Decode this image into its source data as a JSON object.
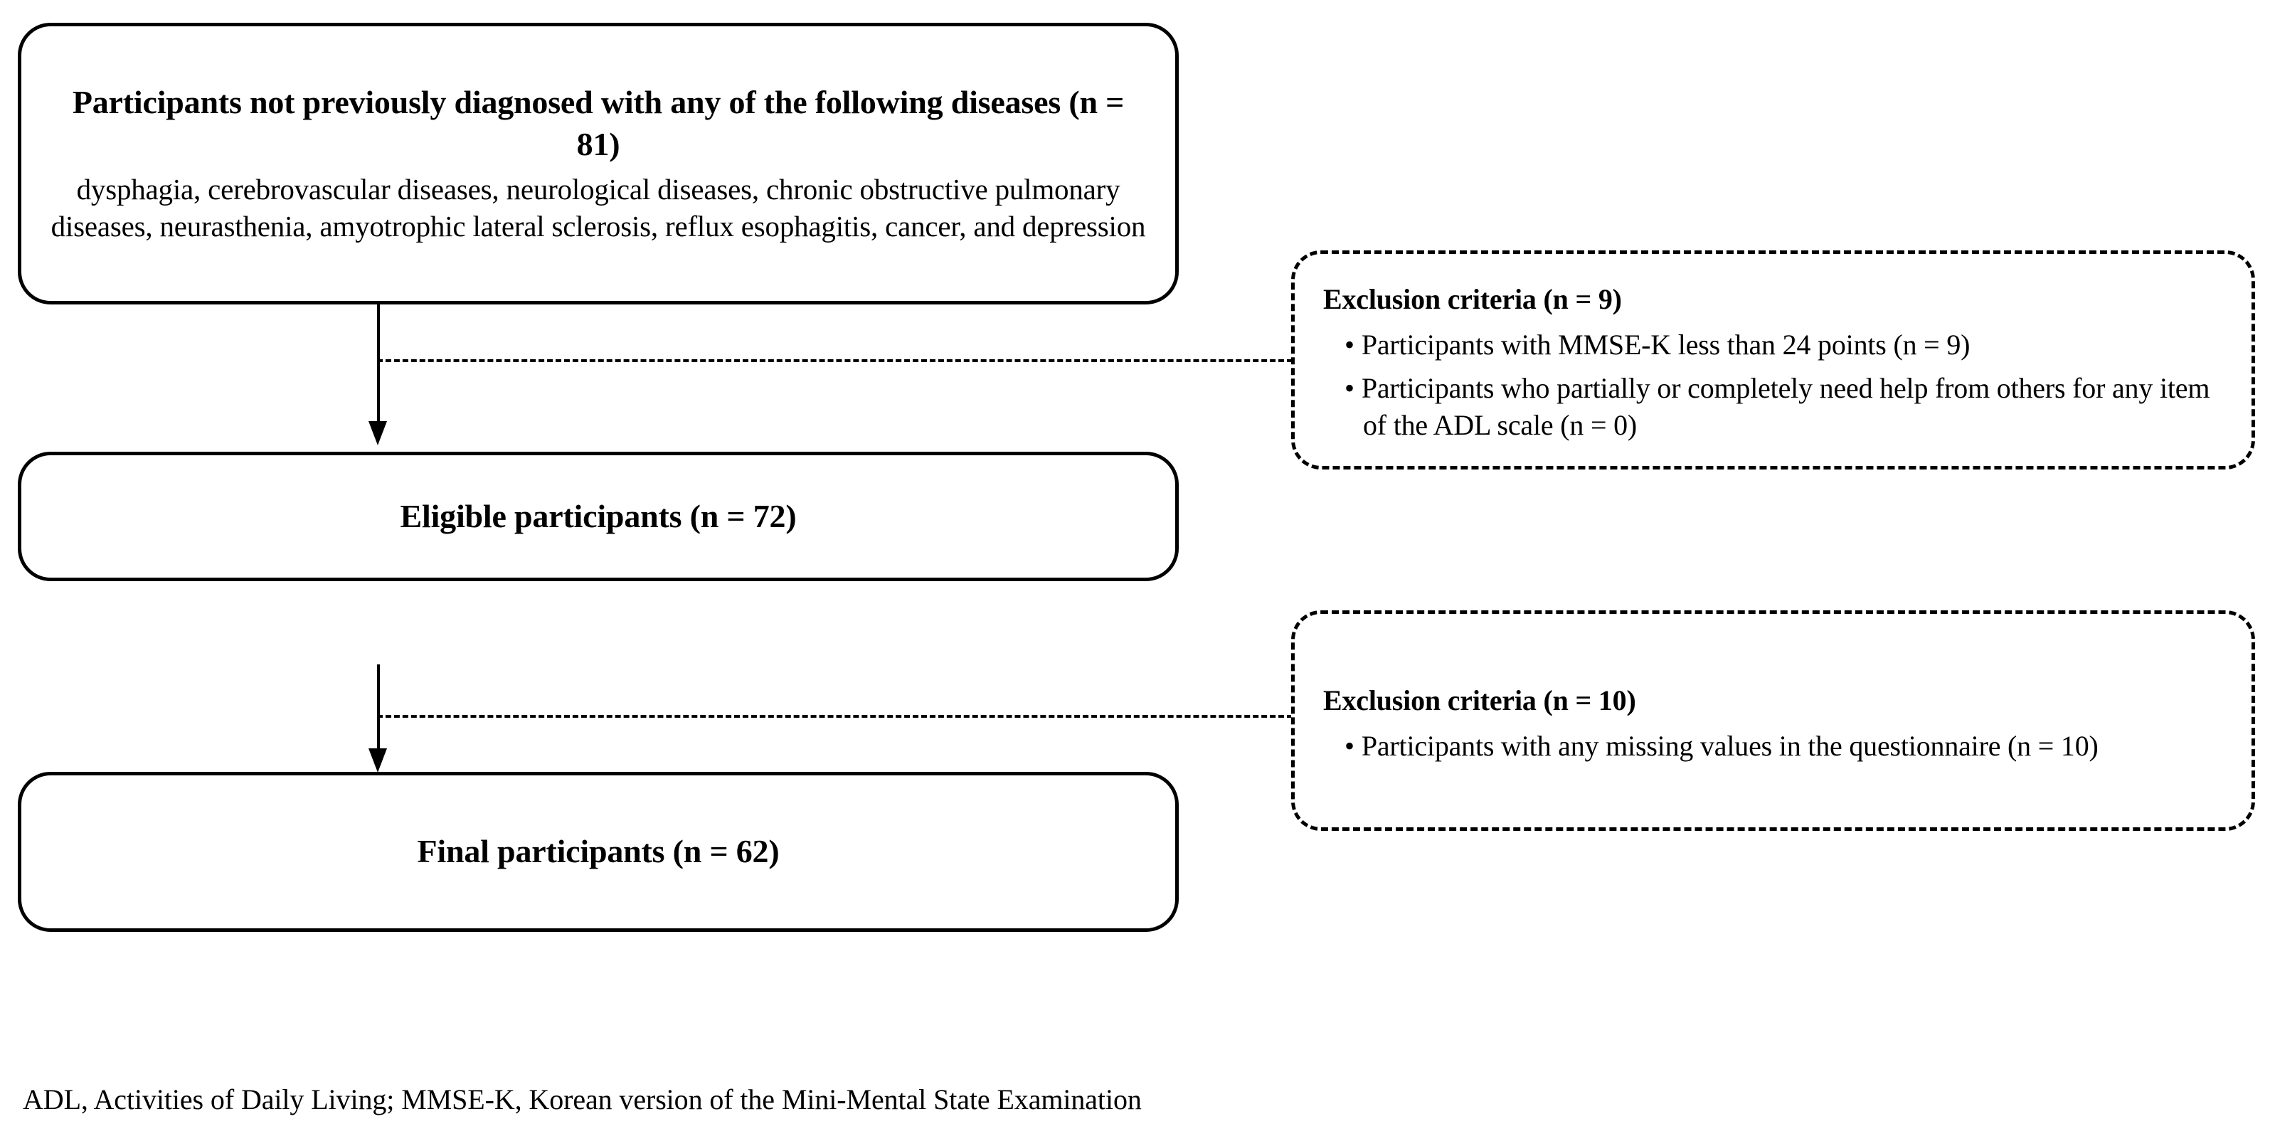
{
  "figure": {
    "type": "flowchart",
    "kind": "participant-selection-flow-diagram"
  },
  "boxes": {
    "enrollment": {
      "title": "Participants not previously diagnosed with any of the following diseases (n = 81)",
      "subtitle": "dysphagia, cerebrovascular diseases, neurological diseases, chronic obstructive pulmonary diseases, neurasthenia, amyotrophic lateral sclerosis, reflux esophagitis, cancer, and depression",
      "n": 81
    },
    "eligible": {
      "title": "Eligible participants (n = 72)",
      "n": 72
    },
    "final": {
      "title": "Final participants (n = 62)",
      "n": 62
    }
  },
  "exclusions": [
    {
      "title": "Exclusion criteria (n = 9)",
      "n": 9,
      "items": [
        "Participants with MMSE-K less than 24 points (n = 9)",
        "Participants who partially or completely need help from others for any item of the ADL scale (n = 0)"
      ]
    },
    {
      "title": "Exclusion criteria (n = 10)",
      "n": 10,
      "items": [
        "Participants with any missing values in the questionnaire (n = 10)"
      ]
    }
  ],
  "footnote": "ADL, Activities of Daily Living;  MMSE-K, Korean version of the Mini-Mental State Examination",
  "colors": {
    "stroke": "#000000",
    "background": "#ffffff",
    "text": "#000000"
  }
}
